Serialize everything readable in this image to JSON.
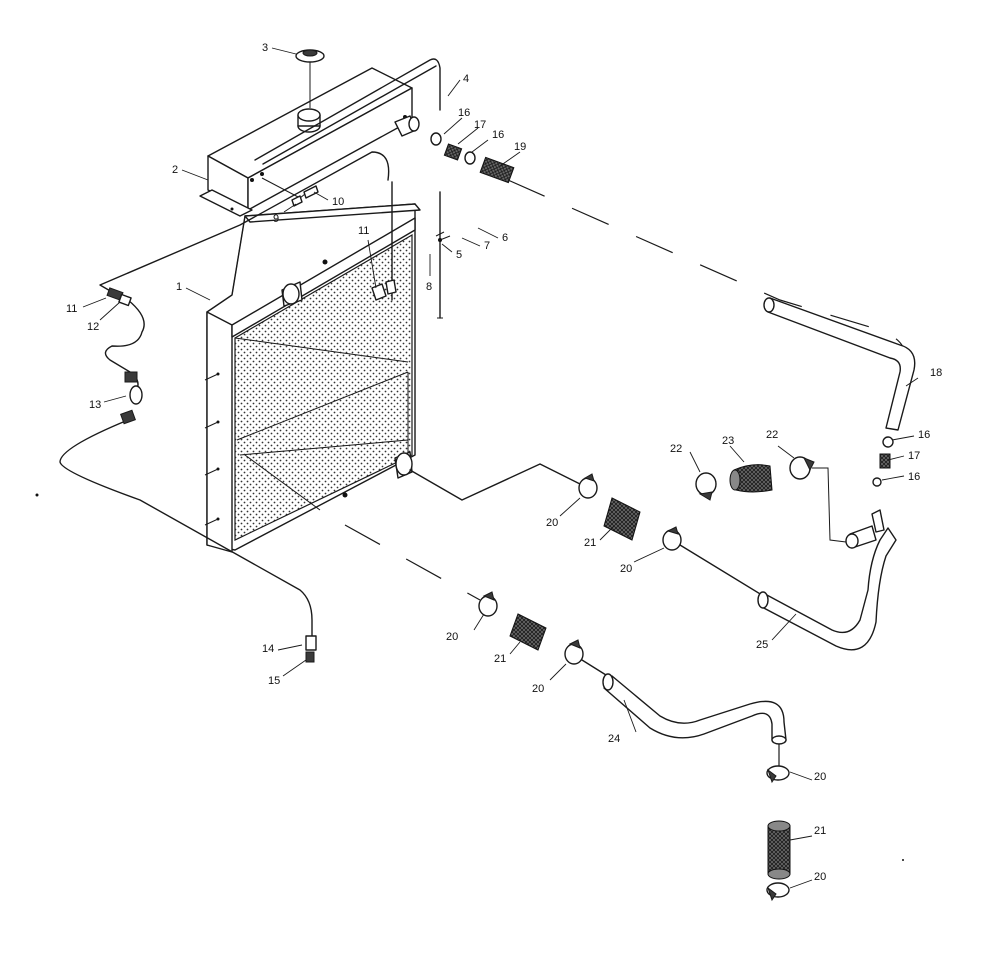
{
  "callouts": [
    {
      "id": "c1",
      "text": "1"
    },
    {
      "id": "c2",
      "text": "2"
    },
    {
      "id": "c3",
      "text": "3"
    },
    {
      "id": "c4",
      "text": "4"
    },
    {
      "id": "c5",
      "text": "5"
    },
    {
      "id": "c6",
      "text": "6"
    },
    {
      "id": "c7",
      "text": "7"
    },
    {
      "id": "c8",
      "text": "8"
    },
    {
      "id": "c9",
      "text": "9"
    },
    {
      "id": "c10",
      "text": "10"
    },
    {
      "id": "c11a",
      "text": "11"
    },
    {
      "id": "c11b",
      "text": "11"
    },
    {
      "id": "c12",
      "text": "12"
    },
    {
      "id": "c13",
      "text": "13"
    },
    {
      "id": "c14",
      "text": "14"
    },
    {
      "id": "c15",
      "text": "15"
    },
    {
      "id": "c16a",
      "text": "16"
    },
    {
      "id": "c16b",
      "text": "16"
    },
    {
      "id": "c16c",
      "text": "16"
    },
    {
      "id": "c16d",
      "text": "16"
    },
    {
      "id": "c17a",
      "text": "17"
    },
    {
      "id": "c17b",
      "text": "17"
    },
    {
      "id": "c18",
      "text": "18"
    },
    {
      "id": "c19",
      "text": "19"
    },
    {
      "id": "c20a",
      "text": "20"
    },
    {
      "id": "c20b",
      "text": "20"
    },
    {
      "id": "c20c",
      "text": "20"
    },
    {
      "id": "c20d",
      "text": "20"
    },
    {
      "id": "c20e",
      "text": "20"
    },
    {
      "id": "c20f",
      "text": "20"
    },
    {
      "id": "c21a",
      "text": "21"
    },
    {
      "id": "c21b",
      "text": "21"
    },
    {
      "id": "c21c",
      "text": "21"
    },
    {
      "id": "c22a",
      "text": "22"
    },
    {
      "id": "c22b",
      "text": "22"
    },
    {
      "id": "c23",
      "text": "23"
    },
    {
      "id": "c24",
      "text": "24"
    },
    {
      "id": "c25",
      "text": "25"
    }
  ]
}
